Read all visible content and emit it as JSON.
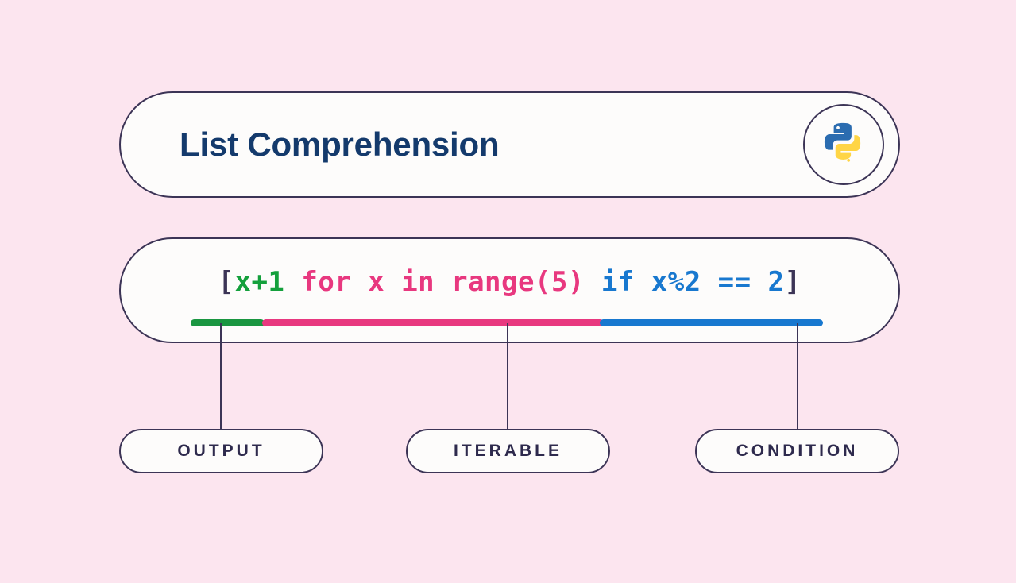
{
  "background_color": "#fce5ef",
  "title_card": {
    "title": "List Comprehension",
    "title_color": "#143a6c",
    "logo": {
      "icon_name": "python-logo-icon",
      "blue": "#2b6cb0",
      "yellow": "#ffd545"
    }
  },
  "code_card": {
    "full_code": "[x+1 for x in range(5) if x%2 == 2]",
    "tokens": [
      {
        "text": "[",
        "role": "bracket",
        "color": "#3c3456"
      },
      {
        "text": "x+1",
        "role": "output",
        "color": "#14a03c"
      },
      {
        "text": " for x in range(5) ",
        "role": "iterable",
        "color": "#e8387f"
      },
      {
        "text": "if x%2 == 2",
        "role": "condition",
        "color": "#1878cf"
      },
      {
        "text": "]",
        "role": "bracket",
        "color": "#3c3456"
      }
    ],
    "underline_bars": [
      {
        "role": "output",
        "color": "#1a9641"
      },
      {
        "role": "iterable",
        "color": "#e8387f"
      },
      {
        "role": "condition",
        "color": "#1878cf"
      }
    ]
  },
  "labels": [
    {
      "text": "OUTPUT",
      "role": "output"
    },
    {
      "text": "ITERABLE",
      "role": "iterable"
    },
    {
      "text": "CONDITION",
      "role": "condition"
    }
  ]
}
